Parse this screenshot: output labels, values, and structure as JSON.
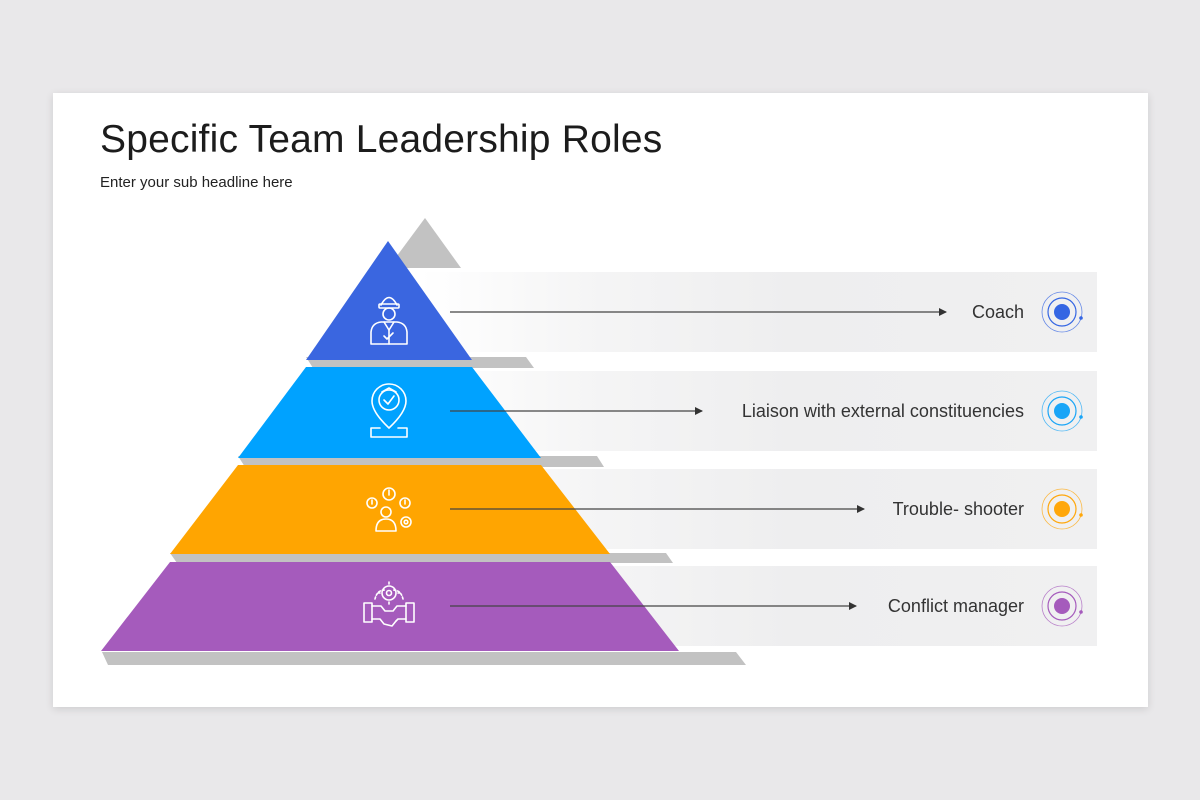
{
  "slide": {
    "title": "Specific Team Leadership Roles",
    "subtitle": "Enter your sub headline here"
  },
  "roles": [
    {
      "label": "Coach",
      "color": "#3a66e0",
      "accent": "#3566e3",
      "icon": "coach-icon"
    },
    {
      "label": "Liaison with external constituencies",
      "color": "#00a2ff",
      "accent": "#1aa5f7",
      "icon": "location-check-icon"
    },
    {
      "label": "Trouble- shooter",
      "color": "#ffa501",
      "accent": "#ffa70b",
      "icon": "problem-solver-icon"
    },
    {
      "label": "Conflict manager",
      "color": "#a55bbc",
      "accent": "#a55bbc",
      "icon": "handshake-gear-icon"
    }
  ],
  "colors": {
    "background": "#e9e8ea",
    "slide": "#ffffff",
    "shadow": "#c2c2c2",
    "band": "#eeeeef"
  }
}
